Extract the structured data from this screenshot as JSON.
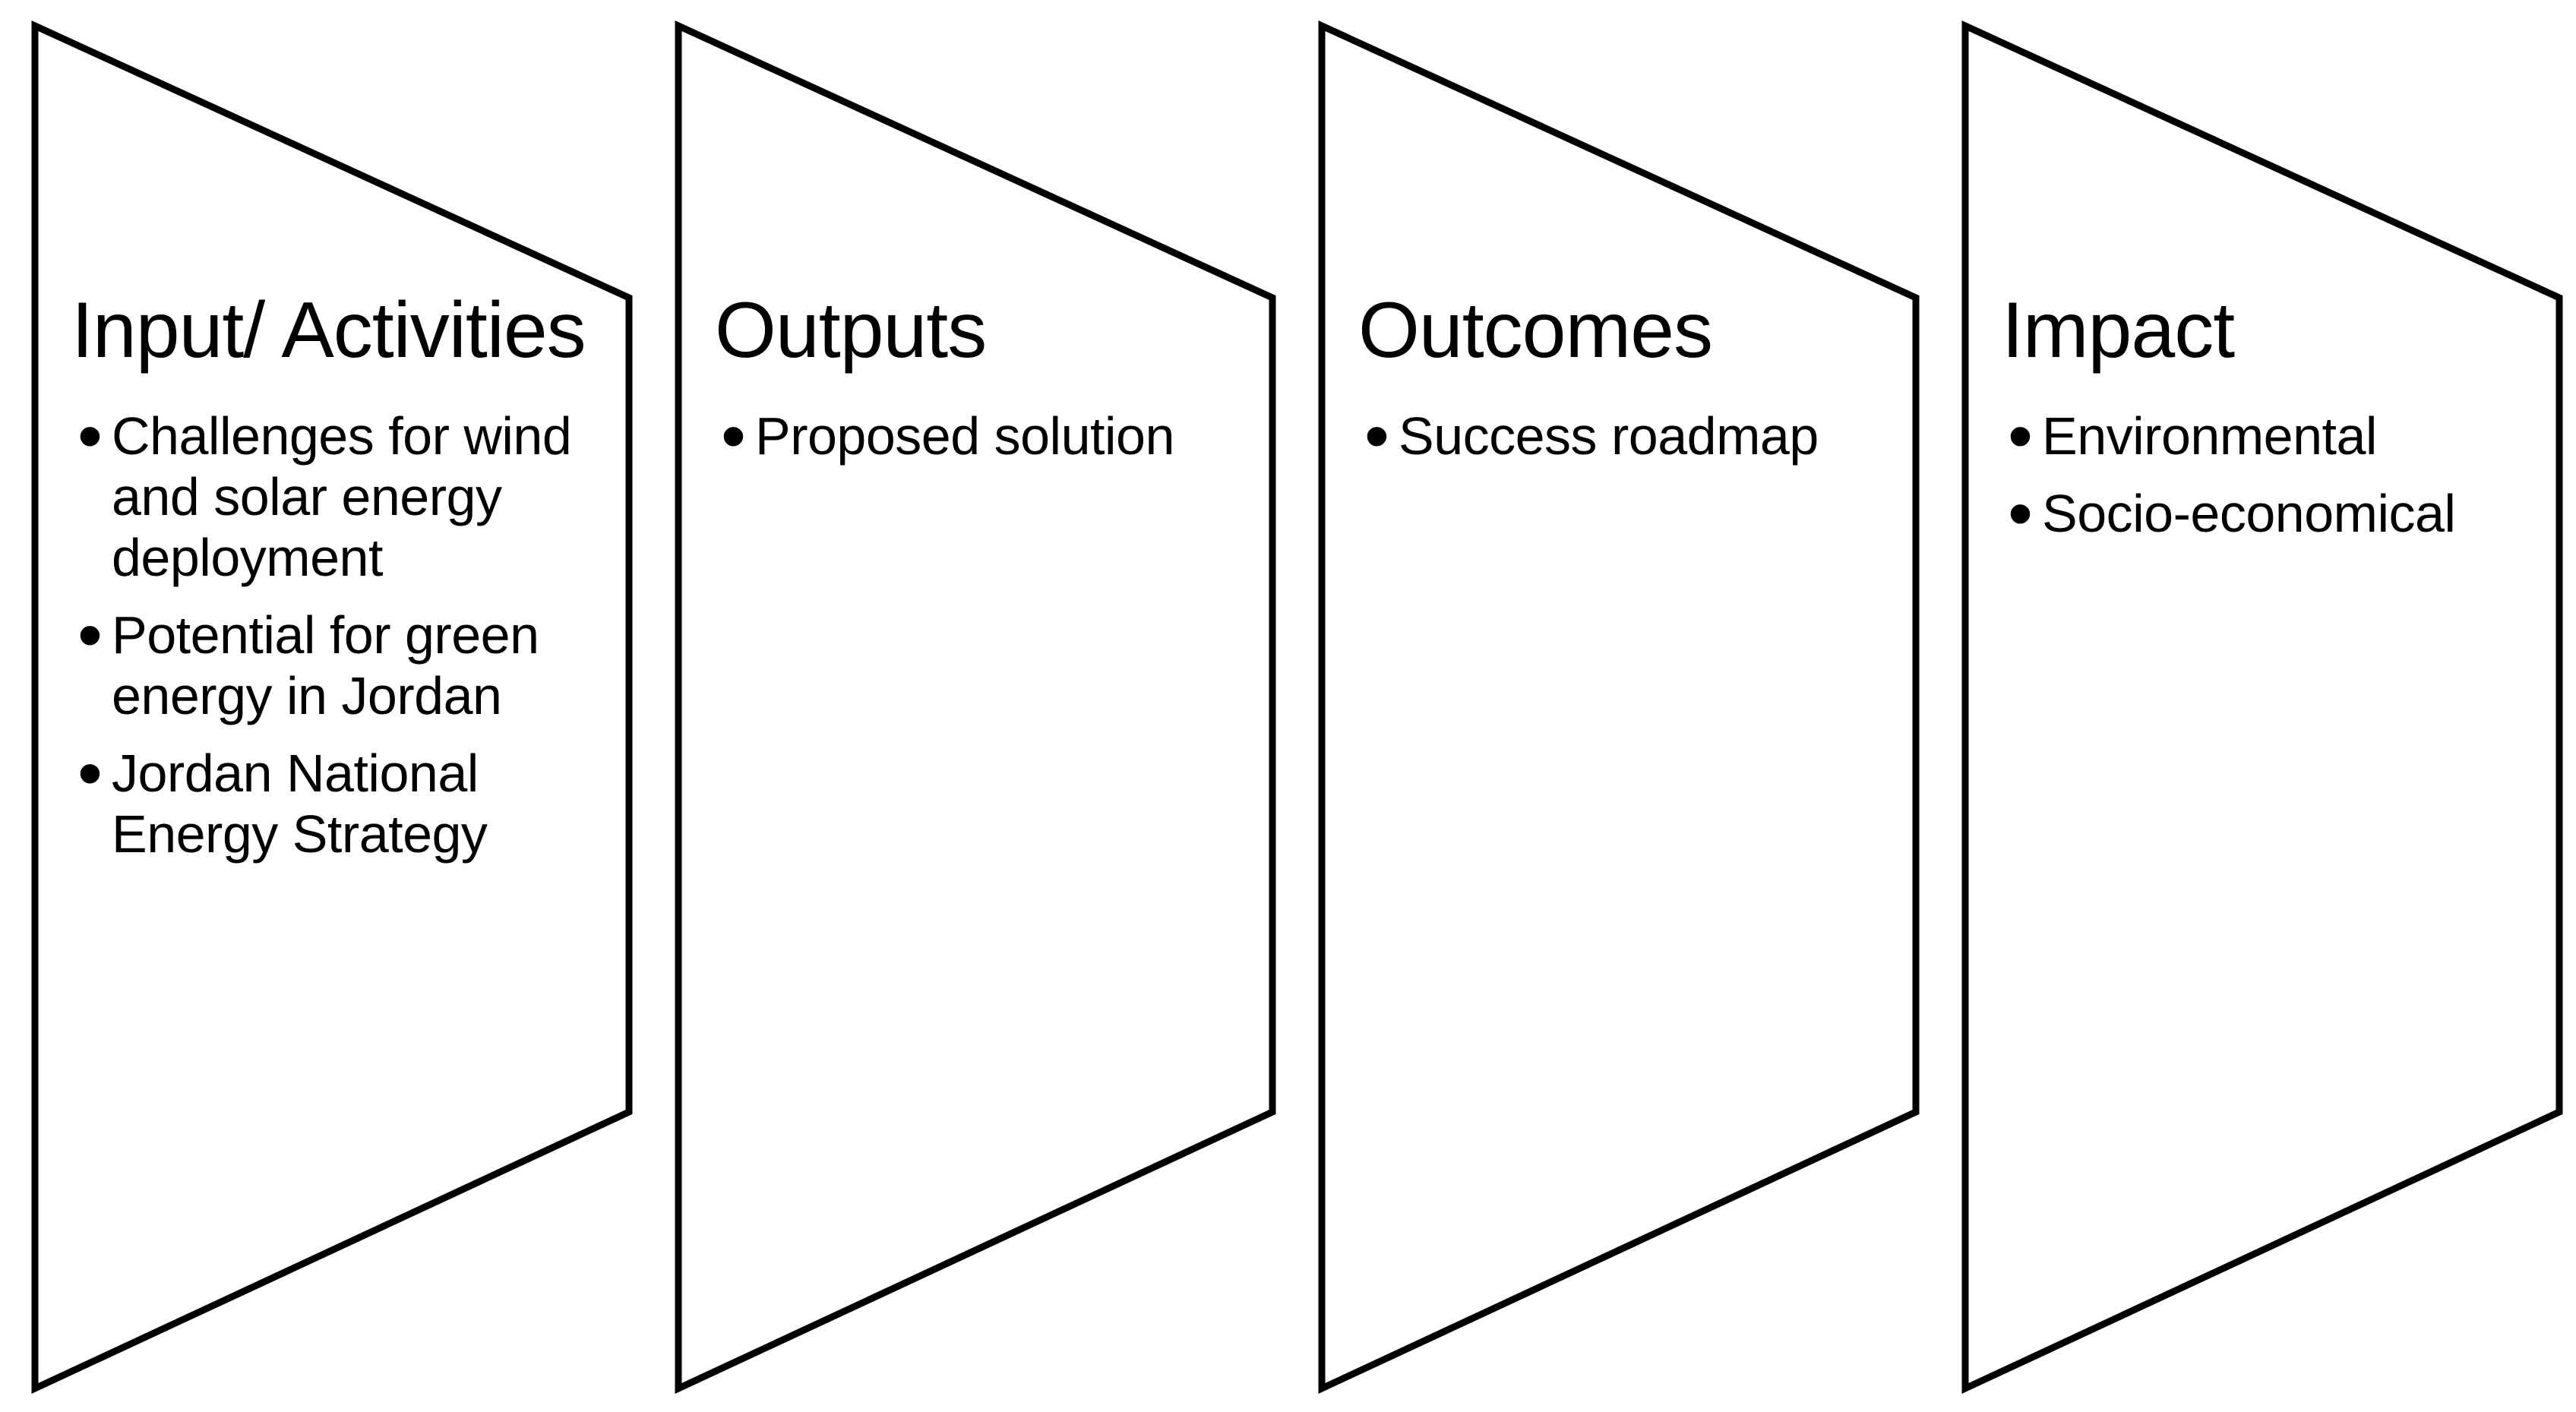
{
  "diagram": {
    "type": "logic-model-flow",
    "bullet_char": "•",
    "colors": {
      "background": "#ffffff",
      "panel_fill": "#ffffff",
      "panel_stroke": "#000000",
      "text": "#000000"
    },
    "panels": [
      {
        "title": "Input/ Activities",
        "bullets": [
          "Challenges for wind\nand solar energy\ndeployment",
          "Potential for green\nenergy in Jordan",
          "Jordan National\nEnergy Strategy"
        ]
      },
      {
        "title": "Outputs",
        "bullets": [
          "Proposed solution"
        ]
      },
      {
        "title": "Outcomes",
        "bullets": [
          "Success roadmap"
        ]
      },
      {
        "title": "Impact",
        "bullets": [
          "Environmental",
          "Socio-economical"
        ]
      }
    ]
  }
}
